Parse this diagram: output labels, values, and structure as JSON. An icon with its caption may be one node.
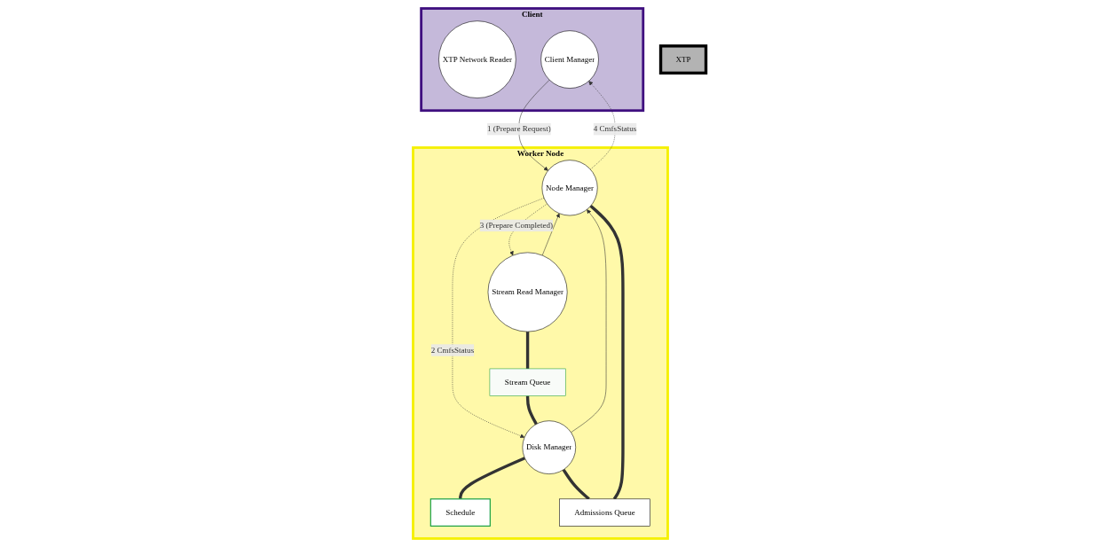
{
  "diagram": {
    "nodes": [
      {
        "text": [
          "Client"
        ]
      },
      {
        "text": [
          "XTP Network Reader"
        ],
        "in": 0
      },
      {
        "text": [
          "Client Manager"
        ],
        "in": 0
      },
      {
        "text": [
          "Worker Node"
        ]
      },
      {
        "text": [
          "XTP"
        ]
      },
      {
        "text": [
          "Stream Read Manager"
        ],
        "in": 3
      },
      {
        "text": [
          "Stream Queue"
        ],
        "in": 3
      },
      {
        "text": [
          "Disk Manager"
        ],
        "in": 3
      },
      {
        "text": [
          "Schedule"
        ],
        "in": 3
      },
      {
        "text": [
          "Admissions Queue"
        ],
        "in": 3
      },
      {
        "text": [
          "Node Manager"
        ],
        "in": 3
      }
    ],
    "edges": [
      {
        "from": 2,
        "to": 10,
        "arrow": "to",
        "label": "1 (Prepare Request)"
      },
      {
        "from": 10,
        "to": 2,
        "arrow": "to",
        "label": "4 CmfsStatus",
        "style": "dashed"
      },
      {
        "from": 10,
        "to": 5,
        "arrow": "to",
        "label": "3 (Prepare Completed)",
        "style": "dashed"
      },
      {
        "from": 5,
        "to": 10,
        "arrow": "to"
      },
      {
        "from": 7,
        "to": 10,
        "arrow": "to"
      },
      {
        "from": 10,
        "to": 7,
        "arrow": "to",
        "label": "2 CmfsStatus",
        "style": "dashed"
      },
      {
        "from": 5,
        "to": 6,
        "arrow": "none",
        "style": "thick"
      },
      {
        "from": 6,
        "to": 7,
        "arrow": "none",
        "style": "thick"
      },
      {
        "from": 7,
        "to": 8,
        "arrow": "none",
        "style": "thick"
      },
      {
        "from": 7,
        "to": 9,
        "arrow": "none",
        "style": "thick"
      },
      {
        "from": 9,
        "to": 10,
        "arrow": "none",
        "style": "thick"
      }
    ]
  }
}
